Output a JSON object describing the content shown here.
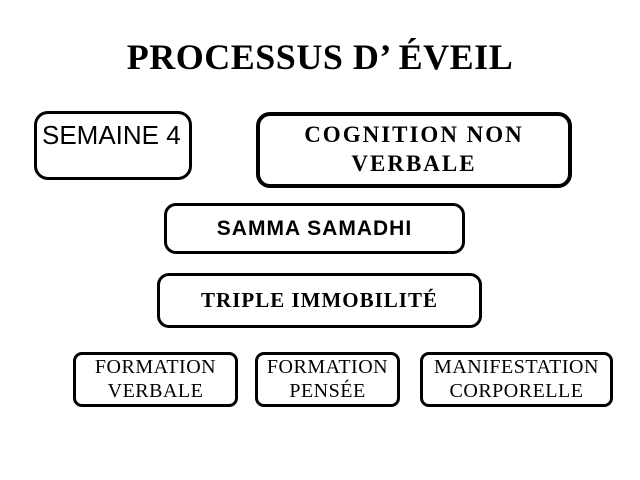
{
  "slide": {
    "title": "PROCESSUS D’ ÉVEIL",
    "background_color": "#ffffff",
    "text_color": "#000000",
    "border_color": "#000000",
    "boxes": {
      "semaine": {
        "lines": [
          "SEMAINE 4"
        ]
      },
      "cognition": {
        "lines": [
          "COGNITION NON",
          "VERBALE"
        ]
      },
      "samadhi": {
        "lines": [
          "SAMMA SAMADHI"
        ]
      },
      "triple": {
        "lines": [
          "TRIPLE IMMOBILITÉ"
        ]
      },
      "formation_verbale": {
        "lines": [
          "FORMATION",
          "VERBALE"
        ]
      },
      "formation_pensee": {
        "lines": [
          "FORMATION",
          "PENSÉE"
        ]
      },
      "manifestation": {
        "lines": [
          "MANIFESTATION",
          "CORPORELLE"
        ]
      }
    }
  }
}
